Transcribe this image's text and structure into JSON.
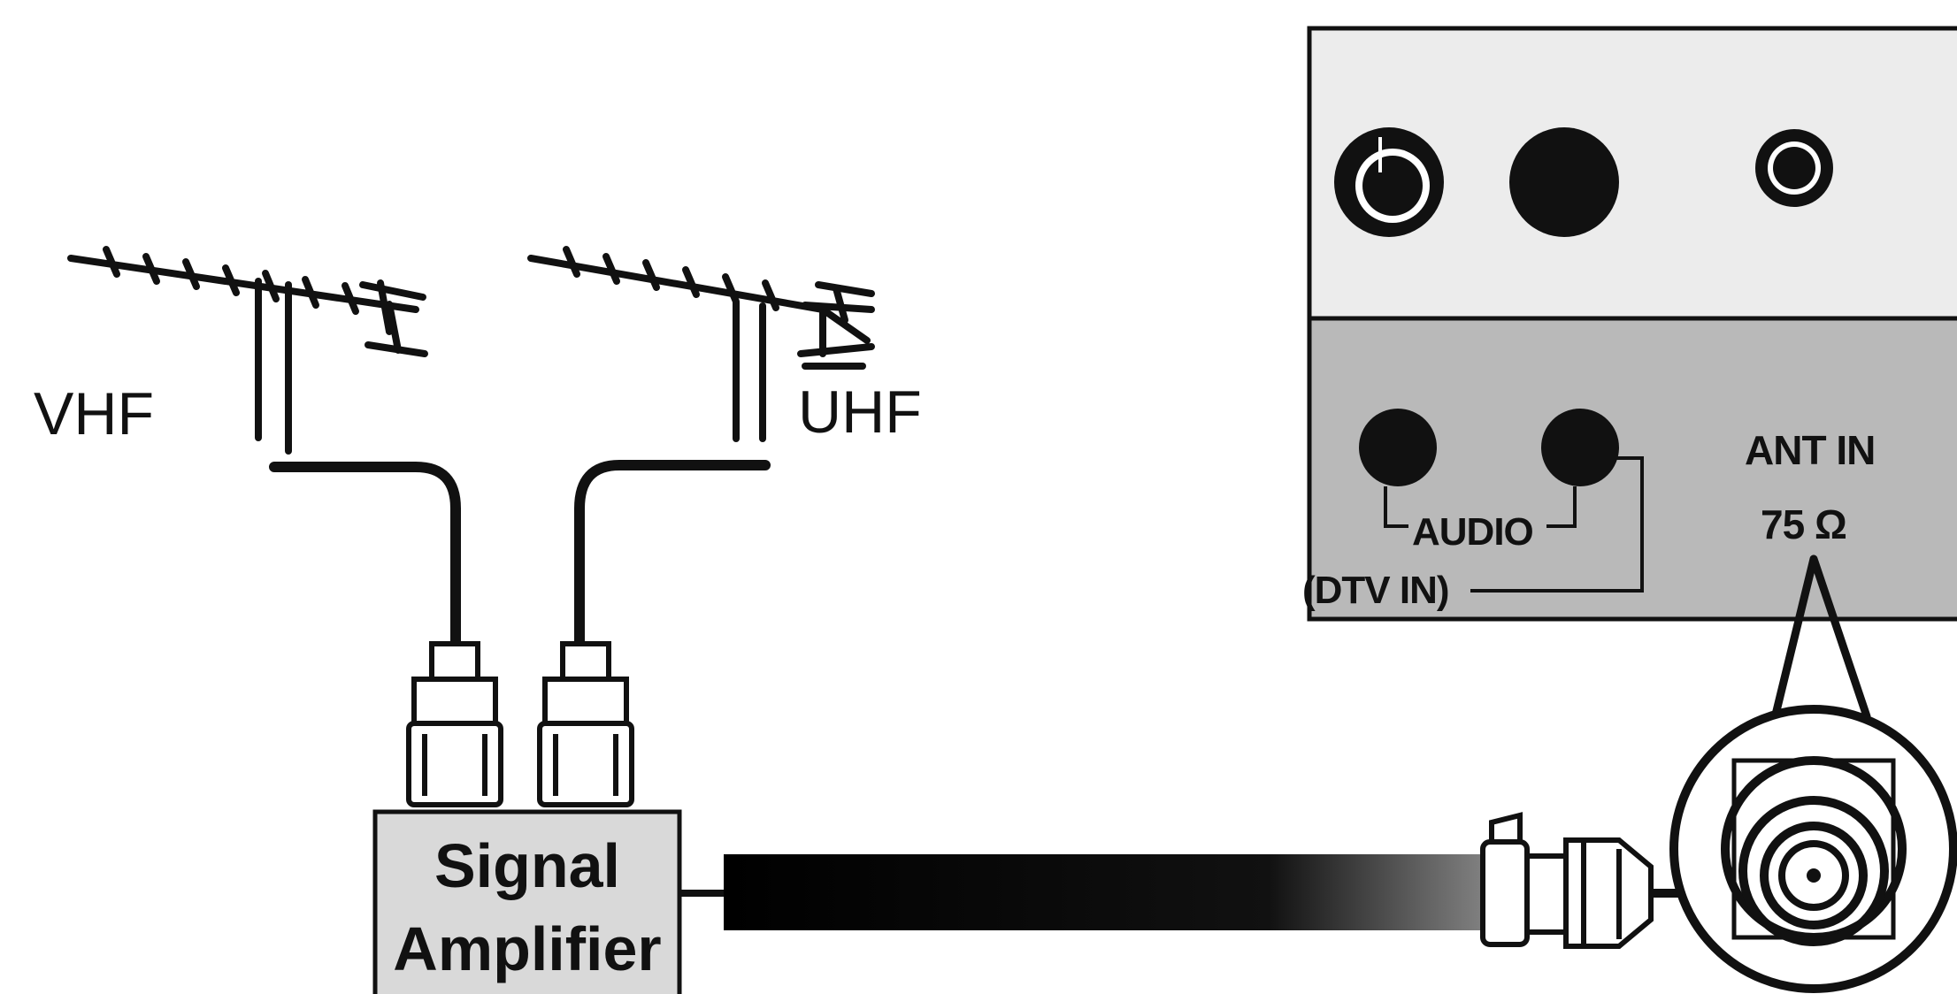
{
  "antennas": {
    "vhf_label": "VHF",
    "uhf_label": "UHF"
  },
  "amplifier": {
    "line1": "Signal",
    "line2": "Amplifier"
  },
  "tv_panel": {
    "audio_label": "AUDIO",
    "dtv_in_label": "(DTV IN)",
    "ant_in_label": "ANT IN",
    "ohm_label": "75 Ω"
  },
  "colors": {
    "panel_top": "#ececec",
    "panel_bottom": "#b9b9b9",
    "amplifier_box": "#d9d9d9",
    "line": "#111111"
  }
}
